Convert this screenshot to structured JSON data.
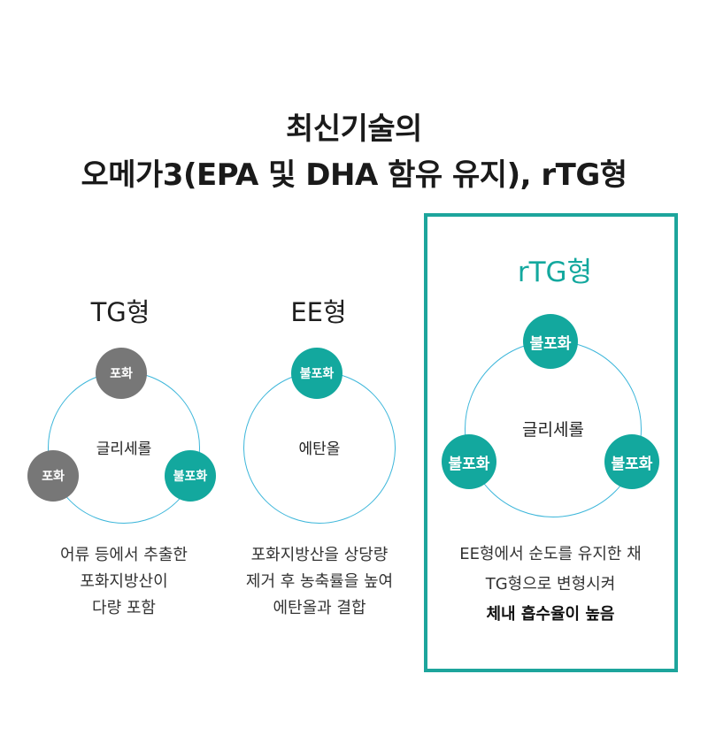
{
  "title": {
    "line1": "최신기술의",
    "line2": "오메가3(EPA 및 DHA 함유 유지), rTG형"
  },
  "colors": {
    "teal": "#13a89e",
    "gray": "#777777",
    "ring": "#3cb6da",
    "box_border": "#1da59c"
  },
  "columns": [
    {
      "title": "TG형",
      "center": "글리세롤",
      "nodes": [
        "포화",
        "포화",
        "불포화"
      ],
      "description": [
        "어류 등에서 추출한",
        "포화지방산이",
        "다량 포함"
      ]
    },
    {
      "title": "EE형",
      "center": "에탄올",
      "nodes": [
        "불포화"
      ],
      "description": [
        "포화지방산을 상당량",
        "제거 후 농축률을 높여",
        "에탄올과 결합"
      ]
    },
    {
      "title": "rTG형",
      "center": "글리세롤",
      "nodes": [
        "불포화",
        "불포화",
        "불포화"
      ],
      "description": [
        "EE형에서 순도를 유지한 채",
        "TG형으로 변형시켜",
        "체내 흡수율이 높음"
      ]
    }
  ]
}
